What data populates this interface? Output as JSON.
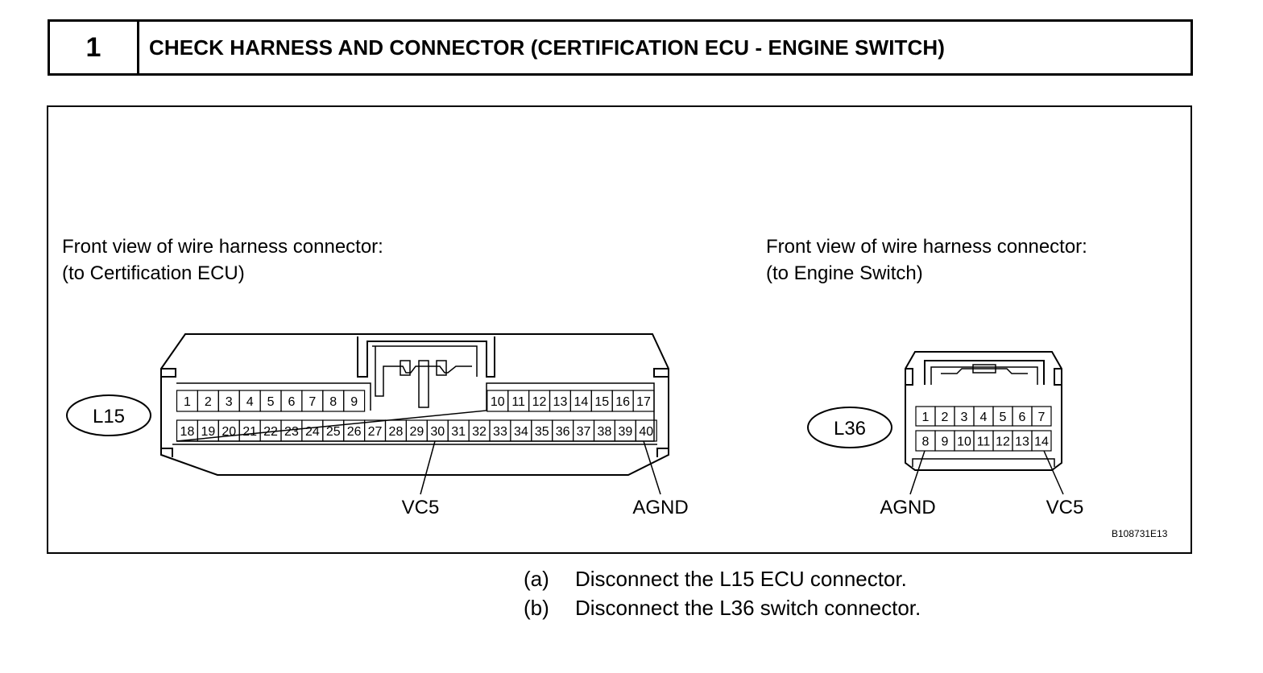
{
  "header": {
    "step_number": "1",
    "title": "CHECK HARNESS AND CONNECTOR (CERTIFICATION ECU - ENGINE SWITCH)"
  },
  "figure": {
    "figure_id": "B108731E13",
    "left_connector": {
      "caption_line1": "Front view of wire harness connector:",
      "caption_line2": "(to Certification ECU)",
      "connector_label": "L15",
      "top_row_pins": [
        "1",
        "2",
        "3",
        "4",
        "5",
        "6",
        "7",
        "8",
        "9",
        "10",
        "11",
        "12",
        "13",
        "14",
        "15",
        "16",
        "17"
      ],
      "bottom_row_pins": [
        "18",
        "19",
        "20",
        "21",
        "22",
        "23",
        "24",
        "25",
        "26",
        "27",
        "28",
        "29",
        "30",
        "31",
        "32",
        "33",
        "34",
        "35",
        "36",
        "37",
        "38",
        "39",
        "40"
      ],
      "callouts": [
        {
          "pin": "30",
          "label": "VC5"
        },
        {
          "pin": "40",
          "label": "AGND"
        }
      ]
    },
    "right_connector": {
      "caption_line1": "Front view of wire harness connector:",
      "caption_line2": "(to Engine Switch)",
      "connector_label": "L36",
      "top_row_pins": [
        "1",
        "2",
        "3",
        "4",
        "5",
        "6",
        "7"
      ],
      "bottom_row_pins": [
        "8",
        "9",
        "10",
        "11",
        "12",
        "13",
        "14"
      ],
      "callouts": [
        {
          "pin": "8",
          "label": "AGND"
        },
        {
          "pin": "14",
          "label": "VC5"
        }
      ]
    }
  },
  "steps": [
    {
      "label": "(a)",
      "text": "Disconnect the L15 ECU connector."
    },
    {
      "label": "(b)",
      "text": "Disconnect the L36 switch connector."
    }
  ]
}
